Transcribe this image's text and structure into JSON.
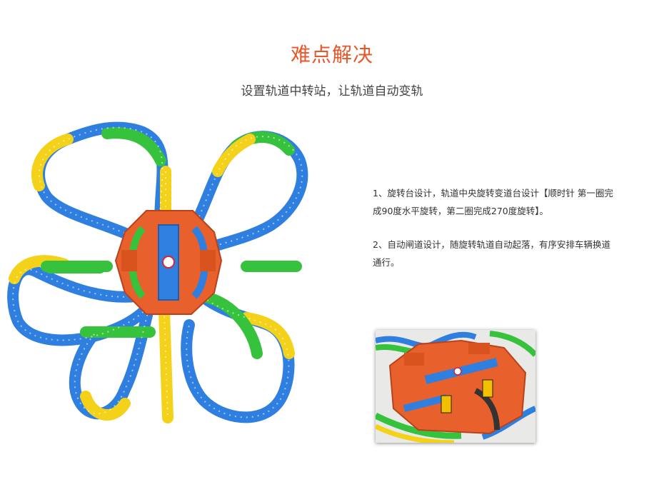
{
  "heading": {
    "title": "难点解决",
    "subtitle": "设置轨道中转站，让轨道自动变轨"
  },
  "features": [
    "1、旋转台设计，轨道中央旋转变道台设计【顺时针 第一圈完成90度水平旋转，第二圈完成270度旋转】。",
    "2、自动闸道设计，随旋转轨道自动起落，有序安排车辆换道通行。"
  ],
  "colors": {
    "accent": "#e8572a",
    "track_blue": "#2f7fe0",
    "track_green": "#36c23c",
    "track_yellow": "#f4d21a",
    "station_orange": "#e8602c"
  }
}
